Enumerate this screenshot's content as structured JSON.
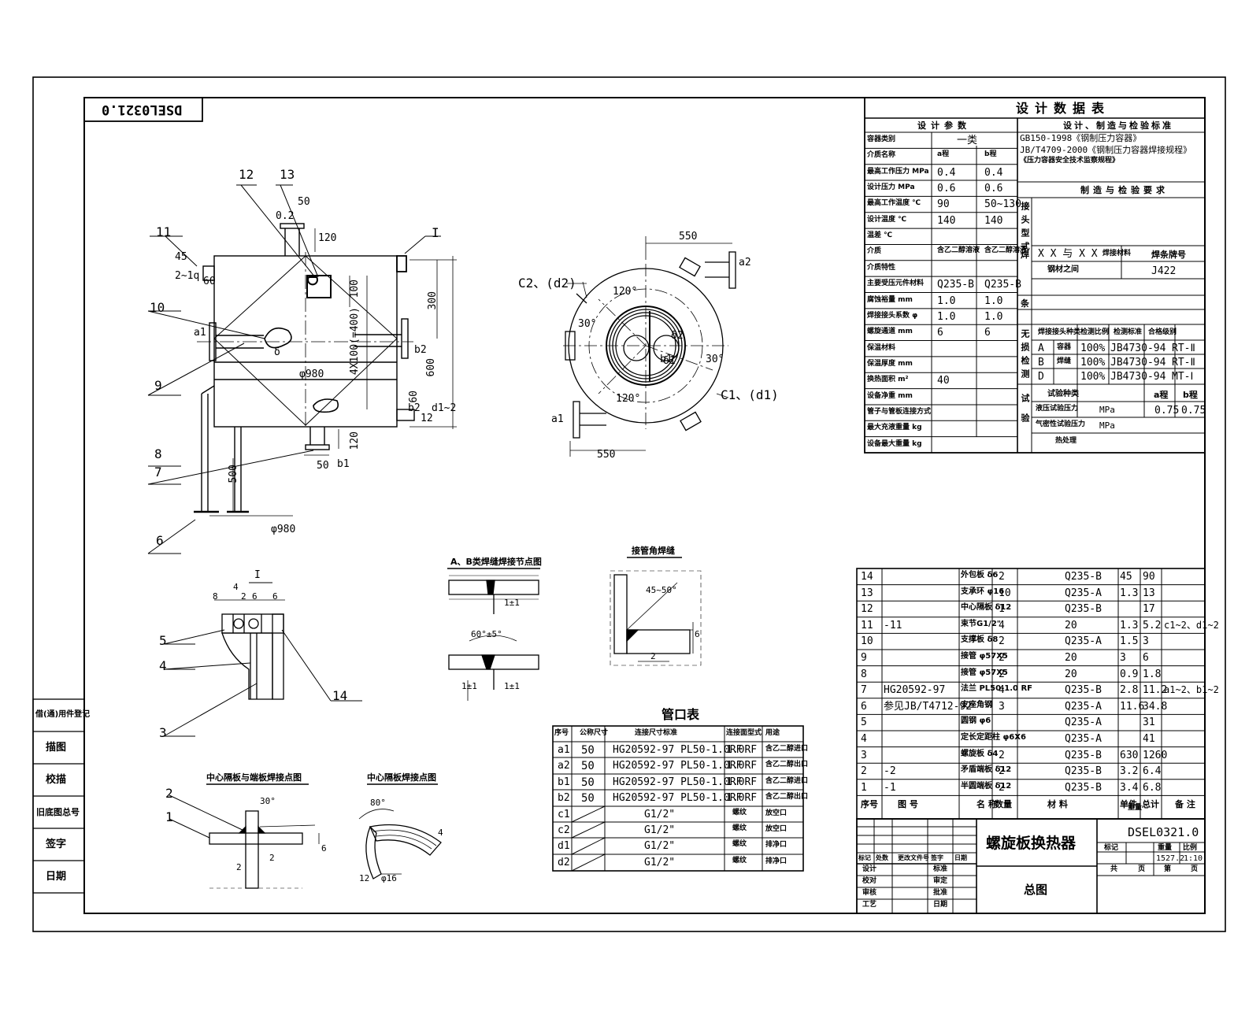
{
  "drawing_number": "DSEL0321.0",
  "mirrored_number": "DSEL0321.0",
  "title_block": {
    "name": "螺旋板换热器",
    "sheet_kind": "总图",
    "drawing_no": "DSEL0321.0",
    "weight": "1527.2",
    "scale": "1:10",
    "headers": [
      "标记",
      "重量",
      "比例"
    ],
    "sheet_count": [
      "共",
      "页",
      "第",
      "页"
    ],
    "signoff_rows": [
      "设计",
      "校对",
      "审核",
      "工艺"
    ],
    "signoff_cols": [
      "标准",
      "审定",
      "批准",
      "日期"
    ],
    "rev_headers": [
      "标记",
      "处数",
      "更改文件号",
      "签字",
      "日期"
    ]
  },
  "left_margin_labels": [
    "借(通)用件登记",
    "描图",
    "校描",
    "旧底图总号",
    "签字",
    "日期"
  ],
  "design_table": {
    "title": "设计数据表",
    "left_header": "设计参数",
    "right_header": "设计、制造与检验标准",
    "standards": [
      "GB150-1998《钢制压力容器》",
      "JB/T4709-2000《钢制压力容器焊接规程》",
      "《压力容器安全技术监察规程》"
    ],
    "sub_header": "制造与检验要求",
    "rows": [
      {
        "label": "容器类别",
        "a": "一类",
        "b": ""
      },
      {
        "label": "介质名称",
        "a": "a程",
        "b": "b程"
      },
      {
        "label": "最高工作压力 MPa",
        "a": "0.4",
        "b": "0.4"
      },
      {
        "label": "设计压力 MPa",
        "a": "0.6",
        "b": "0.6"
      },
      {
        "label": "最高工作温度 ℃",
        "a": "90",
        "b": "50~130"
      },
      {
        "label": "设计温度 ℃",
        "a": "140",
        "b": "140"
      },
      {
        "label": "温差 ℃",
        "a": "",
        "b": ""
      },
      {
        "label": "介质",
        "a": "含乙二醇溶液",
        "b": "含乙二醇溶液"
      },
      {
        "label": "介质特性",
        "a": "",
        "b": ""
      },
      {
        "label": "主要受压元件材料",
        "a": "Q235-B",
        "b": "Q235-B"
      },
      {
        "label": "腐蚀裕量 mm",
        "a": "1.0",
        "b": "1.0"
      },
      {
        "label": "焊接接头系数 φ",
        "a": "1.0",
        "b": "1.0"
      },
      {
        "label": "螺旋通道 mm",
        "a": "6",
        "b": "6"
      },
      {
        "label": "保温材料",
        "a": "",
        "b": ""
      },
      {
        "label": "保温厚度 mm",
        "a": "",
        "b": ""
      },
      {
        "label": "换热面积 m²",
        "a": "40",
        "b": ""
      },
      {
        "label": "设备净重 mm",
        "a": "",
        "b": ""
      },
      {
        "label": "管子与管板连接方式",
        "a": "",
        "b": ""
      },
      {
        "label": "最大充液重量 kg",
        "a": "",
        "b": ""
      },
      {
        "label": "设备最大重量 kg",
        "a": "",
        "b": ""
      }
    ],
    "right_section": {
      "joint_label": "接头型式",
      "weld_row": [
        "X X 与 X X",
        "焊接材料",
        "焊条牌号"
      ],
      "weld_row2": [
        "",
        "钢材之间",
        "J422"
      ],
      "side_labels": [
        "焊",
        "条",
        "无损检测",
        "试验"
      ],
      "ndt_header": [
        "焊接接头种类",
        "检测比例",
        "检测标准",
        "合格级别"
      ],
      "ndt_rows": [
        {
          "type": "A",
          "sub": "容器",
          "ratio": "100%",
          "std": "JB4730-94",
          "grade": "RT-Ⅱ"
        },
        {
          "type": "B",
          "sub": "焊缝",
          "ratio": "100%",
          "std": "JB4730-94",
          "grade": "RT-Ⅱ"
        },
        {
          "type": "D",
          "sub": "",
          "ratio": "100%",
          "std": "JB4730-94",
          "grade": "MT-Ⅰ"
        }
      ],
      "test_header": [
        "试验种类",
        "",
        "a程",
        "b程"
      ],
      "test_rows": [
        {
          "label": "液压试验压力",
          "unit": "MPa",
          "a": "0.75",
          "b": "0.75"
        },
        {
          "label": "气密性试验压力",
          "unit": "MPa",
          "a": "",
          "b": ""
        }
      ],
      "extra": "热处理"
    }
  },
  "nozzle_table": {
    "title": "管口表",
    "headers": [
      "序号",
      "公称尺寸",
      "连接尺寸标准",
      "连接面型式",
      "用途"
    ],
    "rows": [
      [
        "a1",
        "50",
        "HG20592-97 PL50-1.0RF",
        "1.0RF",
        "含乙二醇进口"
      ],
      [
        "a2",
        "50",
        "HG20592-97 PL50-1.0RF",
        "1.0RF",
        "含乙二醇出口"
      ],
      [
        "b1",
        "50",
        "HG20592-97 PL50-1.0RF",
        "1.0RF",
        "含乙二醇进口"
      ],
      [
        "b2",
        "50",
        "HG20592-97 PL50-1.0RF",
        "1.0RF",
        "含乙二醇出口"
      ],
      [
        "c1",
        "",
        "G1/2\"",
        "螺纹",
        "放空口"
      ],
      [
        "c2",
        "",
        "G1/2\"",
        "螺纹",
        "放空口"
      ],
      [
        "d1",
        "",
        "G1/2\"",
        "螺纹",
        "排净口"
      ],
      [
        "d2",
        "",
        "G1/2\"",
        "螺纹",
        "排净口"
      ]
    ]
  },
  "parts_list": {
    "headers": [
      "序号",
      "图 号",
      "名 称",
      "数量",
      "材 料",
      "单件",
      "总计",
      "备 注"
    ],
    "weight_header": "重量",
    "rows": [
      [
        "14",
        "",
        "外包板 δ6",
        "2",
        "Q235-B",
        "45",
        "90",
        ""
      ],
      [
        "13",
        "",
        "支承环 φ16",
        "10",
        "Q235-A",
        "1.3",
        "13",
        ""
      ],
      [
        "12",
        "",
        "中心隔板 δ12",
        "1",
        "Q235-B",
        "",
        "17",
        ""
      ],
      [
        "11",
        "-11",
        "束节G1/2\"",
        "4",
        "20",
        "1.3",
        "5.2",
        "c1~2、d1~2"
      ],
      [
        "10",
        "",
        "支撑板 δ8",
        "2",
        "Q235-A",
        "1.5",
        "3",
        ""
      ],
      [
        "9",
        "",
        "接管 φ57X5",
        "2",
        "20",
        "3",
        "6",
        ""
      ],
      [
        "8",
        "",
        "接管 φ57X5",
        "2",
        "20",
        "0.9",
        "1.8",
        ""
      ],
      [
        "7",
        "HG20592-97",
        "法兰 PL50-1.0 RF",
        "4",
        "Q235-B",
        "2.8",
        "11.2",
        "a1~2、b1~2"
      ],
      [
        "6",
        "参见JB/T4712-92",
        "支座角钢",
        "3",
        "Q235-A",
        "11.6",
        "34.8",
        ""
      ],
      [
        "5",
        "",
        "圆钢 φ6",
        "",
        "Q235-A",
        "",
        "31",
        ""
      ],
      [
        "4",
        "",
        "定长定距柱 φ6X6",
        "",
        "Q235-A",
        "",
        "41",
        ""
      ],
      [
        "3",
        "",
        "螺旋板 δ4",
        "2",
        "Q235-B",
        "630",
        "1260",
        ""
      ],
      [
        "2",
        "-2",
        "矛盾端板 δ12",
        "2",
        "Q235-B",
        "3.2",
        "6.4",
        ""
      ],
      [
        "1",
        "-1",
        "半圆端板 δ12",
        "2",
        "Q235-B",
        "3.4",
        "6.8",
        ""
      ]
    ]
  },
  "views": {
    "main": {
      "callouts": [
        "11",
        "12",
        "13",
        "10",
        "9",
        "8",
        "7",
        "6",
        "I"
      ],
      "dims": [
        "45",
        "2~1q",
        "60",
        "0.2",
        "50",
        "120",
        "100",
        "300",
        "600",
        "a1",
        "b2",
        "φ980",
        "4X100(=400)",
        "δ",
        "60",
        "b2",
        "12",
        "120",
        "50",
        "b1",
        "500",
        "φ980",
        "d1~2"
      ]
    },
    "top": {
      "dims": [
        "550",
        "550",
        "120°",
        "120°",
        "30°",
        "30°",
        "δ2",
        "δ1"
      ],
      "labels": [
        "C2、(d2)",
        "C1、(d1)",
        "a2",
        "a1",
        "b1"
      ]
    },
    "detail_I": {
      "title": "I",
      "callouts": [
        "5",
        "4",
        "3",
        "14"
      ],
      "dims": [
        "8",
        "4",
        "2",
        "6",
        "6"
      ]
    },
    "weld_AB": {
      "title": "A、B类焊缝焊接节点图",
      "dims": [
        "1±1",
        "60°±5°",
        "1±1",
        "1±1"
      ]
    },
    "weld_pipe": {
      "title": "接管角焊缝",
      "dims": [
        "45~50°",
        "6",
        "2"
      ]
    },
    "weld_center": {
      "title": "中心隔板与端板焊接点图",
      "callouts": [
        "2",
        "1"
      ],
      "dims": [
        "30°",
        "2",
        "2",
        "6"
      ]
    },
    "weld_center2": {
      "title": "中心隔板焊接点图",
      "dims": [
        "80°",
        "4",
        "12",
        "φ16"
      ]
    }
  }
}
